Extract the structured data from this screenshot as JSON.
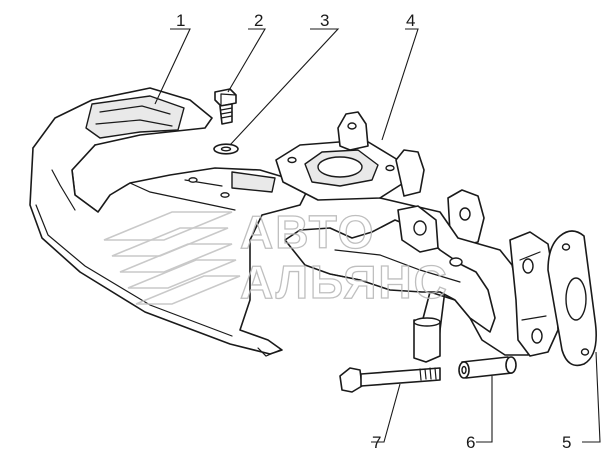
{
  "callouts": [
    {
      "id": "1",
      "label": "1"
    },
    {
      "id": "2",
      "label": "2"
    },
    {
      "id": "3",
      "label": "3"
    },
    {
      "id": "4",
      "label": "4"
    },
    {
      "id": "5",
      "label": "5"
    },
    {
      "id": "6",
      "label": "6"
    },
    {
      "id": "7",
      "label": "7"
    }
  ],
  "watermark": {
    "line1": "АВТО",
    "line2": "АЛЬЯНС"
  }
}
